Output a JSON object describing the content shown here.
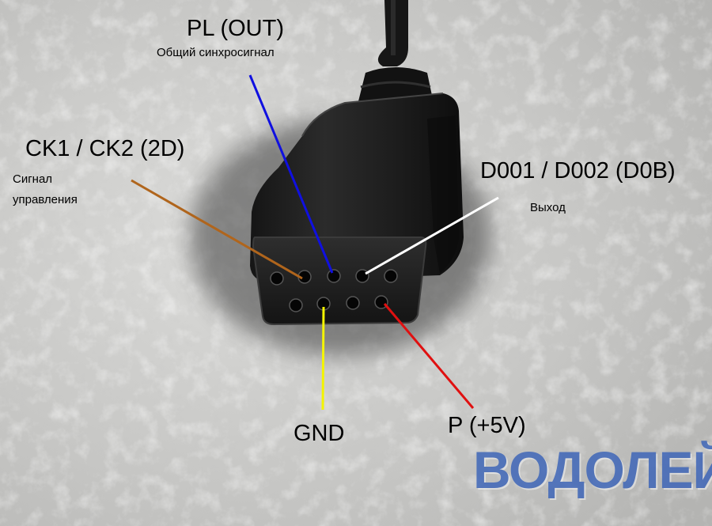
{
  "labels": {
    "pl_title": "PL (OUT)",
    "pl_desc": "Общий синхросигнал",
    "ck_title": "CK1 / CK2 (2D)",
    "ck_desc_line1": "Сигнал",
    "ck_desc_line2": "управления",
    "d_title": "D001 / D002 (D0B)",
    "d_desc": "Выход",
    "gnd": "GND",
    "power": "P (+5V)"
  },
  "watermark": "ВОДОЛЕЙ",
  "colors": {
    "pl_line": "#1010e0",
    "ck_line": "#b0651c",
    "d_line": "#ffffff",
    "gnd_line": "#f4f400",
    "power_line": "#e01010",
    "watermark": "#3a63b8"
  }
}
